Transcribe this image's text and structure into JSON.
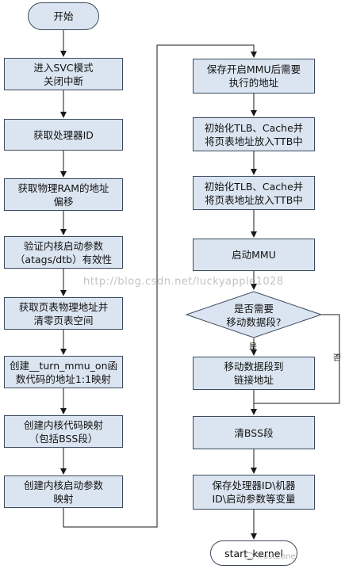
{
  "colors": {
    "node_fill": "#dbe5f1",
    "border": "#3c4a5c",
    "arrow": "#1a1a1a"
  },
  "diagram": {
    "nodes": {
      "start": "开始",
      "svc": "进入SVC模式\n关闭中断",
      "proc_id": "获取处理器ID",
      "ram_offset": "获取物理RAM的地址\n偏移",
      "verify": "验证内核启动参数\n（atags/dtb）有效性",
      "page_table": "获取页表物理地址并\n清零页表空间",
      "turn_mmu": "创建__turn_mmu_on函\n数代码的地址1:1映射",
      "kernel_map": "创建内核代码映射\n（包括BSS段）",
      "param_map": "创建内核启动参数\n映射",
      "save_addr": "保存开启MMU后需要\n执行的地址",
      "tlb1": "初始化TLB、Cache并\n将页表地址放入TTB中",
      "tlb2": "初始化TLB、Cache并\n将页表地址放入TTB中",
      "mmu_on": "启动MMU",
      "decision": "是否需要\n移动数据段?",
      "move_data": "移动数据段到\n链接地址",
      "clear_bss": "清BSS段",
      "save_vars": "保存处理器ID\\机器\nID\\启动参数等变量",
      "start_kernel": "start_kernel"
    },
    "edge_labels": {
      "yes": "是",
      "no": "否"
    }
  },
  "watermark": {
    "url": "http://blog.csdn.net/luckyapple1028",
    "brand": "TrustZone"
  },
  "icons": {
    "brand": "wechat-icon"
  }
}
